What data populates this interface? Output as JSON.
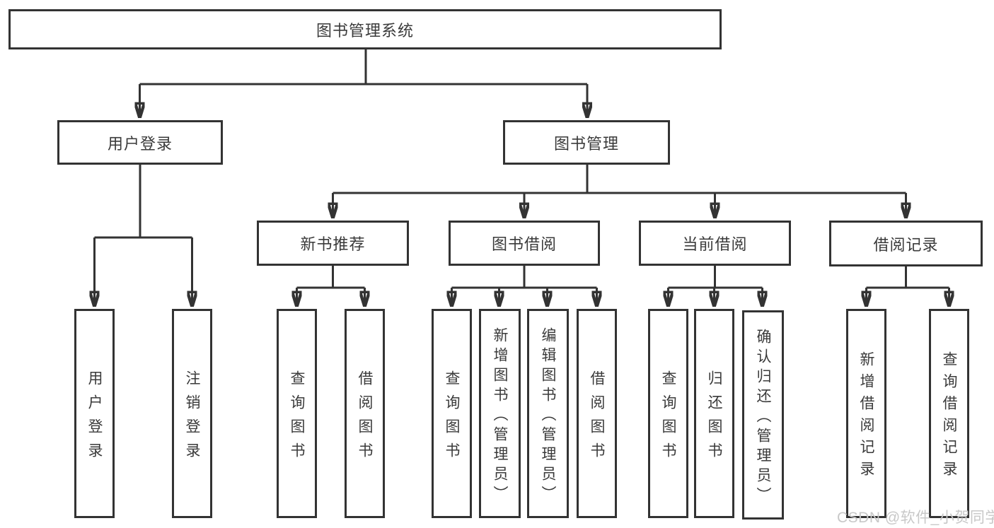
{
  "style": {
    "line_color": "#333333",
    "text_color": "#3a3a3a",
    "background": "#ffffff",
    "watermark_color": "#c8c8c8"
  },
  "tree": {
    "root": {
      "label": "图书管理系统"
    },
    "branches": [
      {
        "label": "用户登录",
        "children": [
          {
            "label": "用户登录"
          },
          {
            "label": "注销登录"
          }
        ]
      },
      {
        "label": "图书管理",
        "children": [
          {
            "label": "新书推荐",
            "children": [
              {
                "label": "查询图书"
              },
              {
                "label": "借阅图书"
              }
            ]
          },
          {
            "label": "图书借阅",
            "children": [
              {
                "label": "查询图书"
              },
              {
                "label": "新增图书（管理员）"
              },
              {
                "label": "编辑图书（管理员）"
              },
              {
                "label": "借阅图书"
              }
            ]
          },
          {
            "label": "当前借阅",
            "children": [
              {
                "label": "查询图书"
              },
              {
                "label": "归还图书"
              },
              {
                "label": "确认归还（管理员）"
              }
            ]
          },
          {
            "label": "借阅记录",
            "children": [
              {
                "label": "新增借阅记录"
              },
              {
                "label": "查询借阅记录"
              }
            ]
          }
        ]
      }
    ]
  },
  "watermark": {
    "text": "CSDN @软件_小贺同学"
  }
}
